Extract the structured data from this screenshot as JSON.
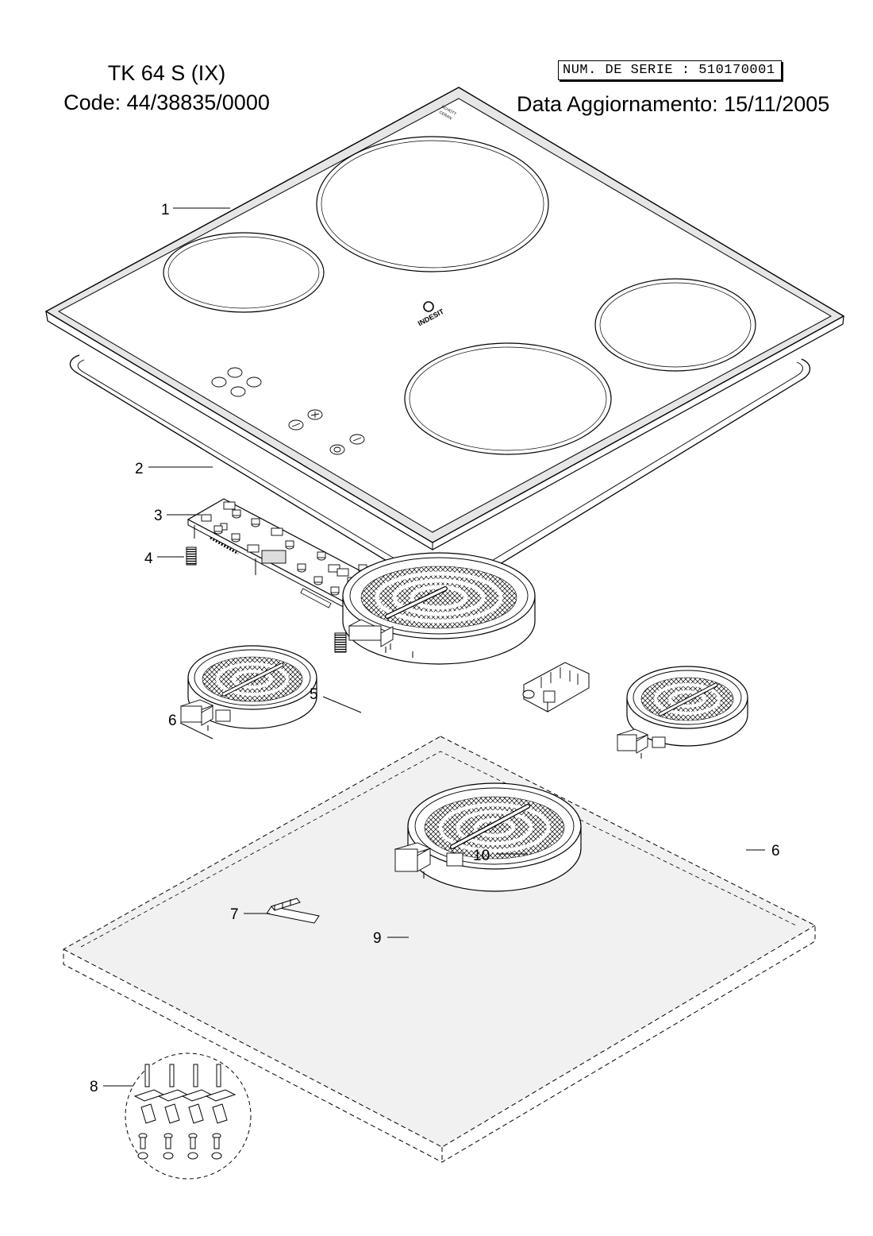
{
  "header": {
    "model": "TK 64 S (IX)",
    "code": "Code: 44/38835/0000",
    "serial": "NUM. DE SERIE : 510170001",
    "update": "Data Aggiornamento: 15/11/2005"
  },
  "labels": {
    "glass_brand_1": "SCHOTT",
    "glass_brand_2": "CERAN",
    "logo": "INDESIT"
  },
  "callouts": [
    {
      "label": "1"
    },
    {
      "label": "2"
    },
    {
      "label": "3"
    },
    {
      "label": "4"
    },
    {
      "label": "5"
    },
    {
      "label": "6"
    },
    {
      "label": "6"
    },
    {
      "label": "7"
    },
    {
      "label": "8"
    },
    {
      "label": "9"
    },
    {
      "label": "10"
    }
  ]
}
